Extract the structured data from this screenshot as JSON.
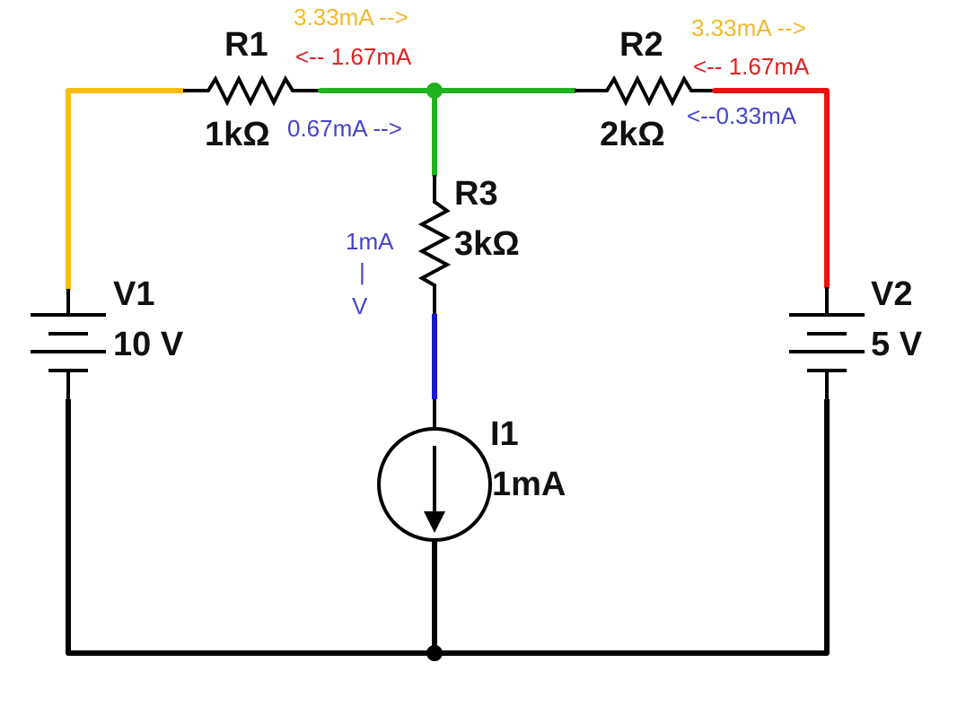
{
  "colors": {
    "wire_default": "#000000",
    "node_v1": "#fbbc12",
    "node_mid": "#1eb31e",
    "node_v2": "#ee1111",
    "node_i1": "#1a1acc",
    "ann_yellow": "#f2b928",
    "ann_red": "#e02020",
    "ann_blue": "#4444cc"
  },
  "components": {
    "R1": {
      "name": "R1",
      "value": "1kΩ"
    },
    "R2": {
      "name": "R2",
      "value": "2kΩ"
    },
    "R3": {
      "name": "R3",
      "value": "3kΩ"
    },
    "V1": {
      "name": "V1",
      "value": "10 V"
    },
    "V2": {
      "name": "V2",
      "value": "5 V"
    },
    "I1": {
      "name": "I1",
      "value": "1mA"
    }
  },
  "annotations": {
    "r1_yellow": "3.33mA -->",
    "r1_red": "<-- 1.67mA",
    "r1_blue": "0.67mA -->",
    "r2_yellow": "3.33mA -->",
    "r2_red": "<-- 1.67mA",
    "r2_blue": "<--0.33mA",
    "r3_blue_line1": "1mA",
    "r3_blue_line2": "|",
    "r3_blue_line3": "V"
  }
}
